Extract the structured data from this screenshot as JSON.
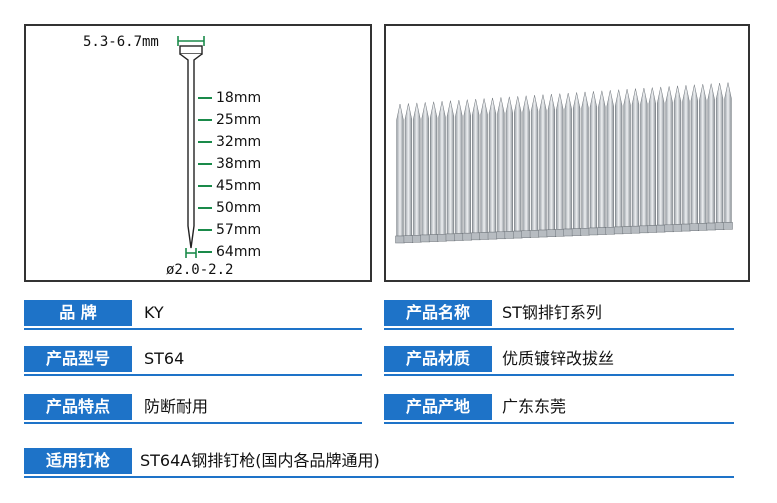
{
  "diagram": {
    "head_width": "5.3-6.7mm",
    "lengths": [
      "18mm",
      "25mm",
      "32mm",
      "38mm",
      "45mm",
      "50mm",
      "57mm",
      "64mm"
    ],
    "diameter": "ø2.0-2.2"
  },
  "specs": {
    "brand_label": "品  牌",
    "brand_value": "KY",
    "product_name_label": "产品名称",
    "product_name_value": "ST钢排钉系列",
    "model_label": "产品型号",
    "model_value": "ST64",
    "material_label": "产品材质",
    "material_value": "优质镀锌改拔丝",
    "feature_label": "产品特点",
    "feature_value": "防断耐用",
    "origin_label": "产品产地",
    "origin_value": "广东东莞",
    "gun_label": "适用钉枪",
    "gun_value": "ST64A钢排钉枪(国内各品牌通用)"
  },
  "colors": {
    "accent": "#1e73c8",
    "dimension": "#1a8a4a"
  }
}
